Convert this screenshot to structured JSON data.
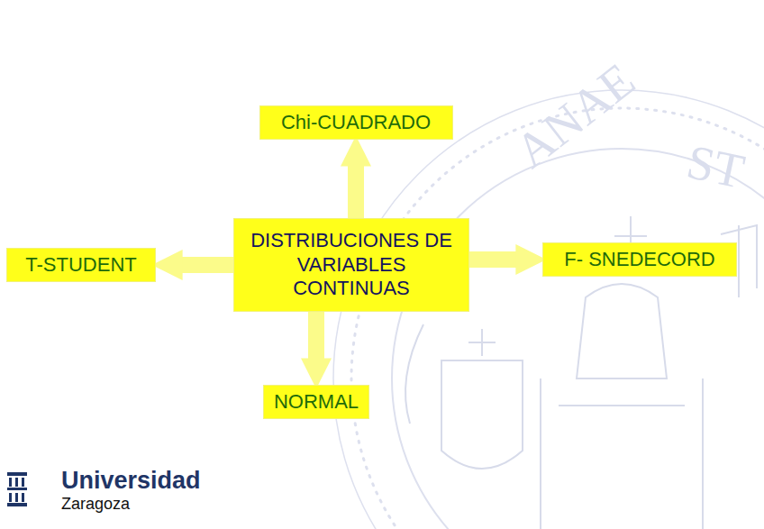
{
  "diagram": {
    "nodes": [
      {
        "text": [
          "DISTRIBUCIONES DE VARIABLES CONTINUAS"
        ]
      },
      {
        "text": [
          "Chi-CUADRADO"
        ]
      },
      {
        "text": [
          "T-STUDENT"
        ]
      },
      {
        "text": [
          "F- SNEDECORD"
        ]
      },
      {
        "text": [
          "NORMAL"
        ]
      }
    ],
    "edges": [
      {
        "from": 0,
        "to": 1,
        "arrow": "to"
      },
      {
        "from": 0,
        "to": 2,
        "arrow": "to"
      },
      {
        "from": 0,
        "to": 3,
        "arrow": "to"
      },
      {
        "from": 0,
        "to": 4,
        "arrow": "to"
      }
    ],
    "labels": [
      "ANAE",
      "ST",
      "Universidad",
      "Zaragoza"
    ]
  }
}
